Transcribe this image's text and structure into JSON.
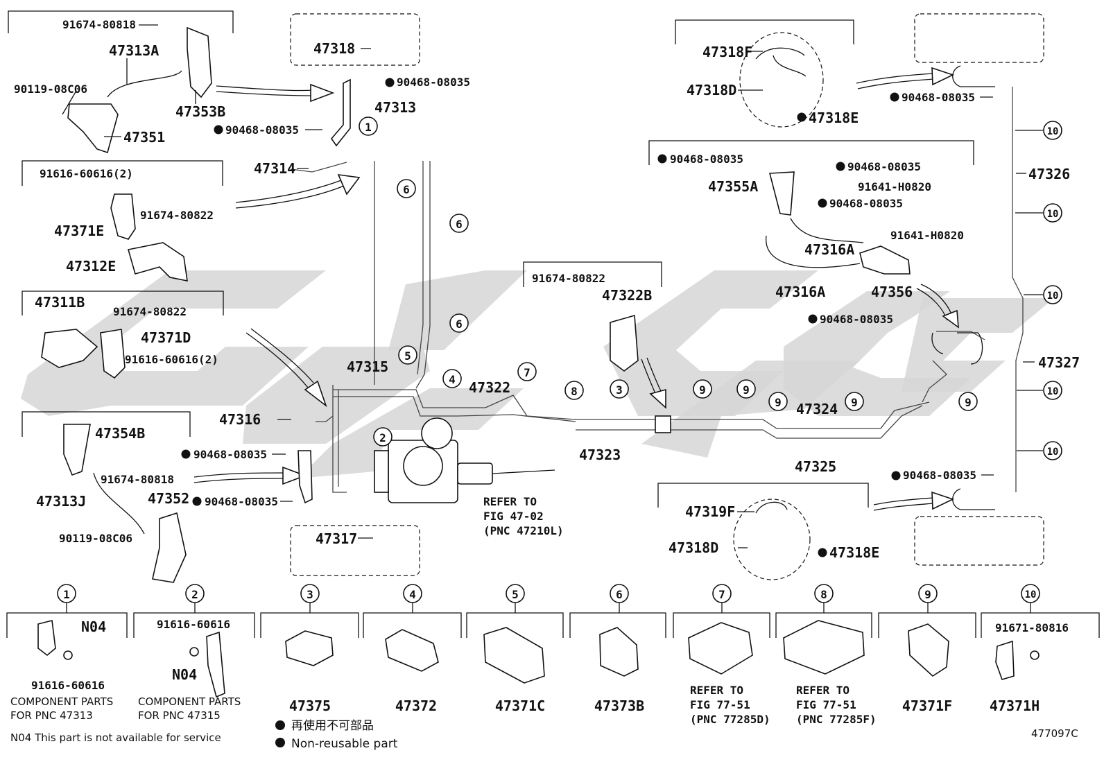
{
  "diagram_id": "477097C",
  "labels": {
    "l_91674_80818_a": "91674-80818",
    "l_47313A": "47313A",
    "l_90119_08C06_a": "90119-08C06",
    "l_47353B": "47353B",
    "l_47351": "47351",
    "l_91616_60616_2a": "91616-60616(2)",
    "l_91674_80822_a": "91674-80822",
    "l_47371E": "47371E",
    "l_47312E": "47312E",
    "l_47311B": "47311B",
    "l_91674_80822_b": "91674-80822",
    "l_47371D": "47371D",
    "l_91616_60616_2b": "91616-60616(2)",
    "l_47354B": "47354B",
    "l_91674_80818_b": "91674-80818",
    "l_47313J": "47313J",
    "l_47352": "47352",
    "l_90119_08C06_b": "90119-08C06",
    "l_47318": "47318",
    "l_90468_a": "90468-08035",
    "l_47313": "47313",
    "l_90468_b": "90468-08035",
    "l_47314": "47314",
    "l_47315": "47315",
    "l_47316": "47316",
    "l_90468_c": "90468-08035",
    "l_90468_d": "90468-08035",
    "l_47317": "47317",
    "l_47322": "47322",
    "l_47323": "47323",
    "l_91674_80822_c": "91674-80822",
    "l_47322B": "47322B",
    "refer_a1": "REFER TO",
    "refer_a2": "FIG 47-02",
    "refer_a3": "(PNC 47210L)",
    "l_47318F": "47318F",
    "l_47318D_a": "47318D",
    "l_47318E_a": "47318E",
    "l_90468_e": "90468-08035",
    "l_47326": "47326",
    "l_90468_f": "90468-08035",
    "l_90468_g": "90468-08035",
    "l_47355A": "47355A",
    "l_91641_H0820_a": "91641-H0820",
    "l_90468_h": "90468-08035",
    "l_47316A_a": "47316A",
    "l_91641_H0820_b": "91641-H0820",
    "l_47316A_b": "47316A",
    "l_47356": "47356",
    "l_90468_i": "90468-08035",
    "l_47327": "47327",
    "l_47324": "47324",
    "l_47325": "47325",
    "l_90468_j": "90468-08035",
    "l_47319F": "47319F",
    "l_47318D_b": "47318D",
    "l_47318E_b": "47318E"
  },
  "callout_numbers": {
    "c1": "1",
    "c2": "2",
    "c3": "3",
    "c4": "4",
    "c5": "5",
    "c6a": "6",
    "c6b": "6",
    "c6c": "6",
    "c7": "7",
    "c8": "8",
    "c9a": "9",
    "c9b": "9",
    "c9c": "9",
    "c9d": "9",
    "c9e": "9",
    "c10a": "10",
    "c10b": "10",
    "c10c": "10",
    "c10d": "10",
    "c10e": "10"
  },
  "legend": [
    {
      "num": "1",
      "part": "",
      "extra1": "N04",
      "extra2": "91616-60616",
      "note1": "COMPONENT PARTS",
      "note2": "FOR PNC 47313"
    },
    {
      "num": "2",
      "part": "",
      "extra1": "91616-60616",
      "extra2": "N04",
      "note1": "COMPONENT PARTS",
      "note2": "FOR PNC 47315"
    },
    {
      "num": "3",
      "part": "47375"
    },
    {
      "num": "4",
      "part": "47372"
    },
    {
      "num": "5",
      "part": "47371C"
    },
    {
      "num": "6",
      "part": "47373B"
    },
    {
      "num": "7",
      "part": "",
      "ref1": "REFER TO",
      "ref2": "FIG 77-51",
      "ref3": "(PNC 77285D)"
    },
    {
      "num": "8",
      "part": "",
      "ref1": "REFER TO",
      "ref2": "FIG 77-51",
      "ref3": "(PNC 77285F)"
    },
    {
      "num": "9",
      "part": "47371F"
    },
    {
      "num": "10",
      "part": "47371H",
      "extra1": "91671-80816"
    }
  ],
  "footnotes": {
    "n04": "N04 This part is not available for service",
    "jp": "再使用不可部品",
    "en": "Non-reusable part"
  }
}
